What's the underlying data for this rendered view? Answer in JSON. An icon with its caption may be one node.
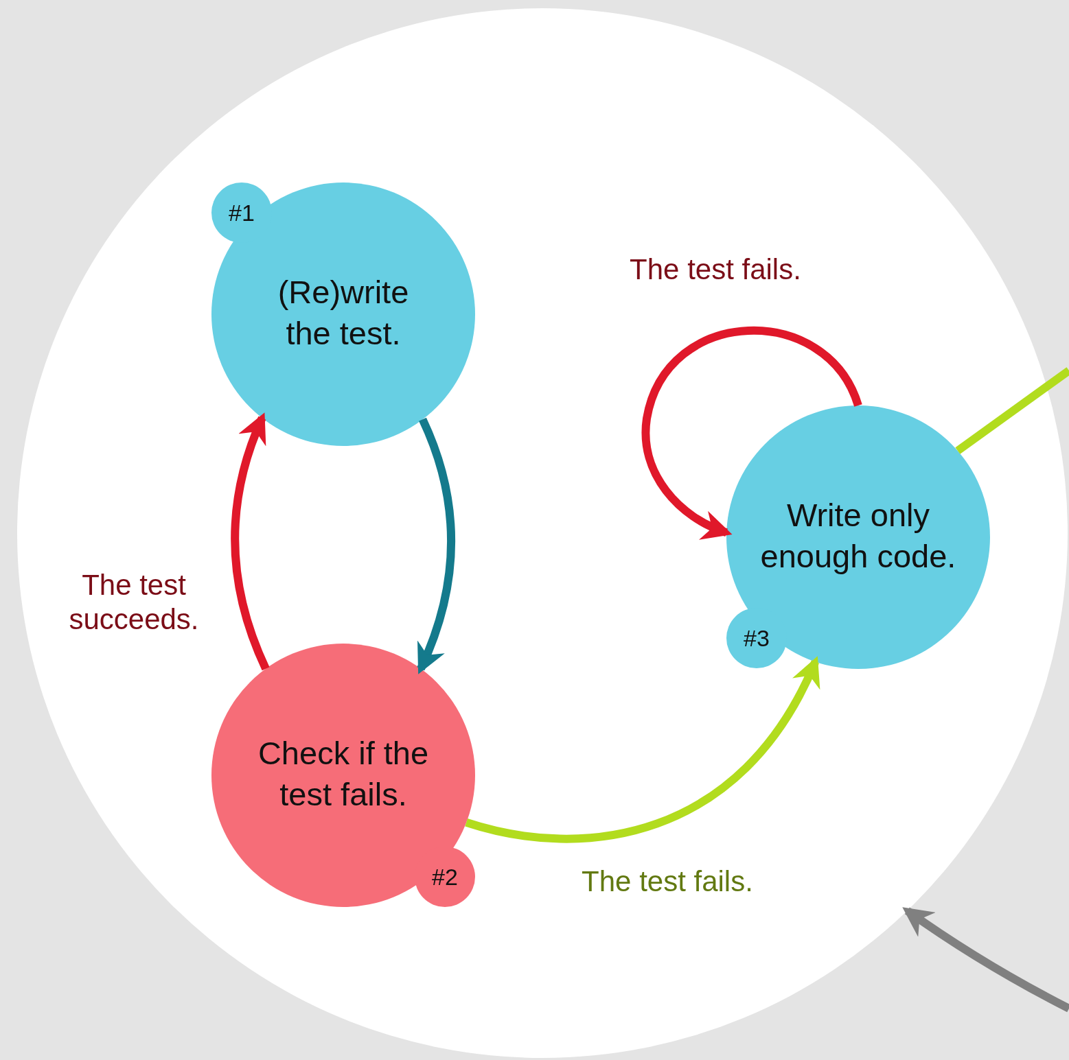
{
  "diagram": {
    "nodes": [
      {
        "text": [],
        "shape": "circle"
      },
      {
        "text": [
          "(Re)write the test."
        ],
        "in": 0,
        "beside": [
          "#1"
        ]
      },
      {
        "text": [
          "Check if the test fails."
        ],
        "in": 0,
        "beside": [
          "#2"
        ]
      },
      {
        "text": [
          "Write only enough code."
        ],
        "in": 0,
        "beside": [
          "#3"
        ]
      }
    ],
    "edges": [
      {
        "from": 1,
        "to": 2,
        "arrow": "to",
        "color": "#147a8c"
      },
      {
        "from": 2,
        "to": 1,
        "arrow": "to",
        "color": "#e0182a",
        "label": "The test succeeds."
      },
      {
        "from": 2,
        "to": 3,
        "arrow": "to",
        "color": "#b2dc1e",
        "label": "The test fails."
      },
      {
        "from": 3,
        "to": 3,
        "arrow": "to",
        "color": "#e0182a",
        "label": "The test fails."
      },
      {
        "from": 3,
        "to": null,
        "arrow": "none",
        "color": "#b2dc1e"
      },
      {
        "from": null,
        "to": 0,
        "arrow": "to",
        "color": "#808080"
      }
    ]
  }
}
